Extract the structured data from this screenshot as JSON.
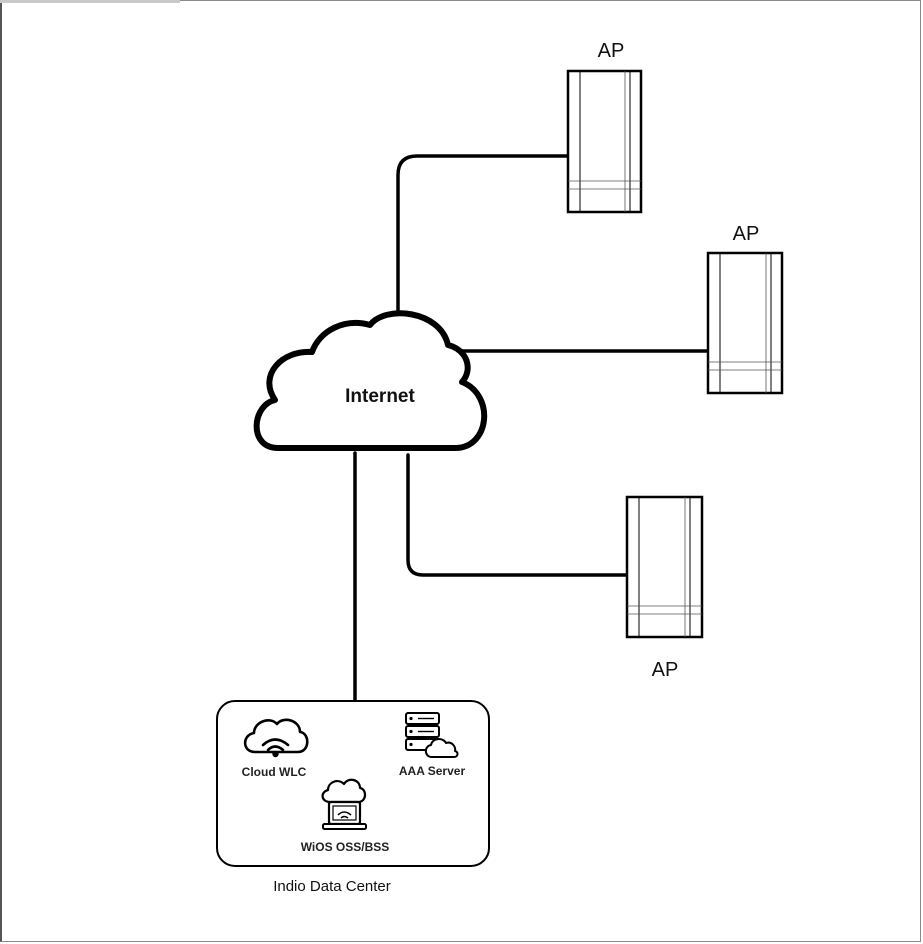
{
  "internet": {
    "label": "Internet"
  },
  "access_points": [
    {
      "label": "AP"
    },
    {
      "label": "AP"
    },
    {
      "label": "AP"
    }
  ],
  "data_center": {
    "label": "Indio Data Center",
    "components": [
      {
        "label": "Cloud WLC",
        "icon": "cloud-wifi-icon"
      },
      {
        "label": "AAA Server",
        "icon": "server-cloud-icon"
      },
      {
        "label": "WiOS OSS/BSS",
        "icon": "laptop-wifi-cloud-icon"
      }
    ]
  }
}
